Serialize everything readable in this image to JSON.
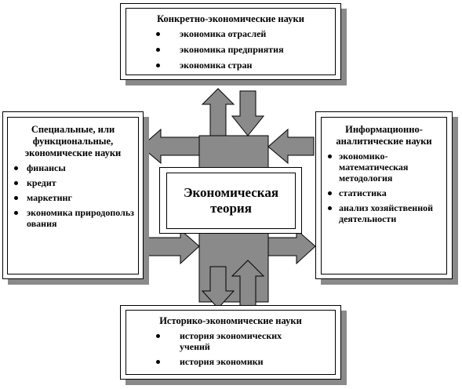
{
  "center": {
    "title": "Экономическая теория"
  },
  "top": {
    "title": "Конкретно-экономические науки",
    "items": [
      "экономика отраслей",
      "экономика предприятия",
      "экономика стран"
    ]
  },
  "left": {
    "title": "Специальные, или функциональные, экономические науки",
    "items": [
      "финансы",
      "кредит",
      "маркетинг",
      "экономика природопользования"
    ]
  },
  "right": {
    "title": "Информационно-аналитические науки",
    "items": [
      "экономико-математическая методология",
      "статистика",
      "анализ хозяйственной деятельности"
    ]
  },
  "bottom": {
    "title": "Историко-экономические науки",
    "items": [
      "история экономических учений",
      "история экономики"
    ]
  },
  "colors": {
    "arrow_fill": "#8a8a8a",
    "shadow": "#8a8a8a",
    "border": "#000000"
  }
}
